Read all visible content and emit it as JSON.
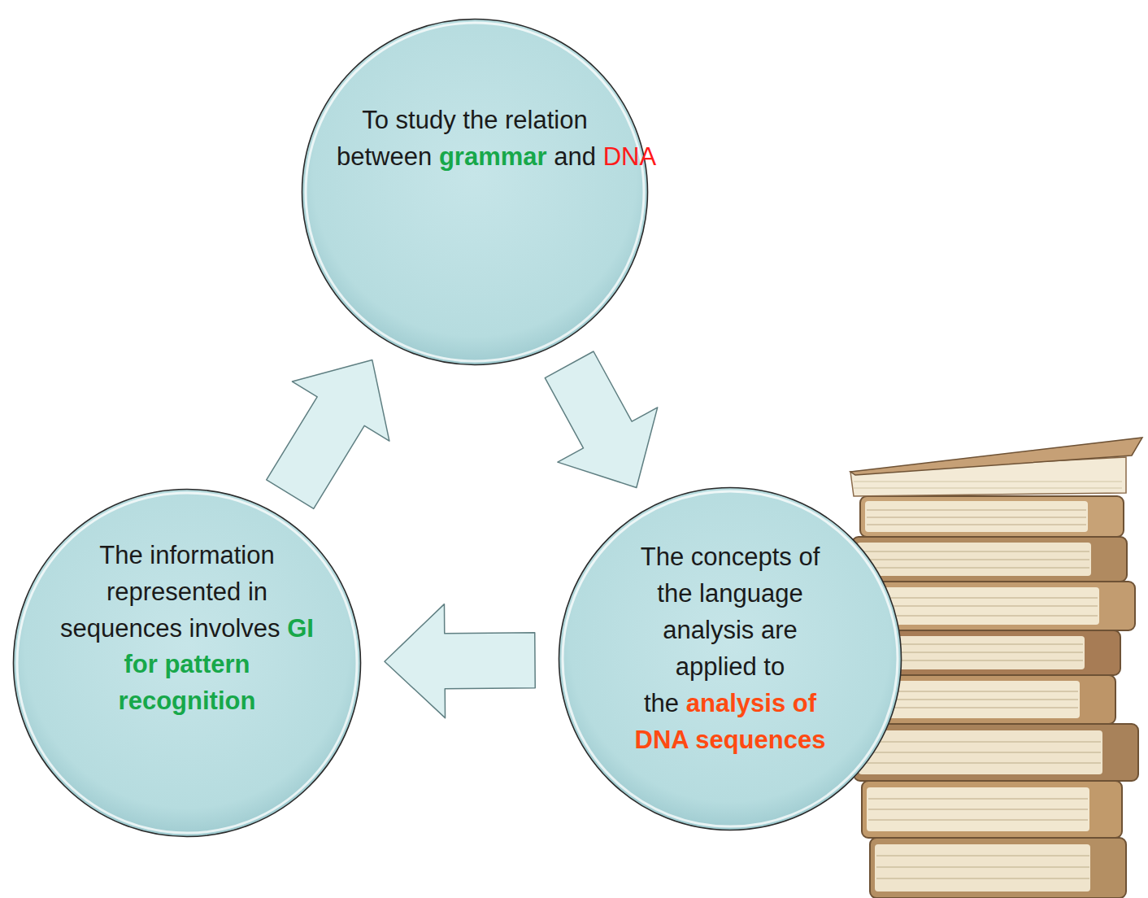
{
  "diagram": {
    "nodes": [
      {
        "text": [
          "To study the relation between",
          "grammar",
          "and",
          "DNA"
        ]
      },
      {
        "text": [
          "The concepts of the language analysis are applied to the",
          "analysis of DNA sequences"
        ]
      },
      {
        "text": [
          "The information represented in sequences involves",
          "GI for pattern recognition"
        ]
      }
    ],
    "edges": [
      {
        "from": 0,
        "to": 1,
        "arrow": "to"
      },
      {
        "from": 1,
        "to": 2,
        "arrow": "to"
      },
      {
        "from": 2,
        "to": 0,
        "arrow": "to"
      }
    ]
  }
}
